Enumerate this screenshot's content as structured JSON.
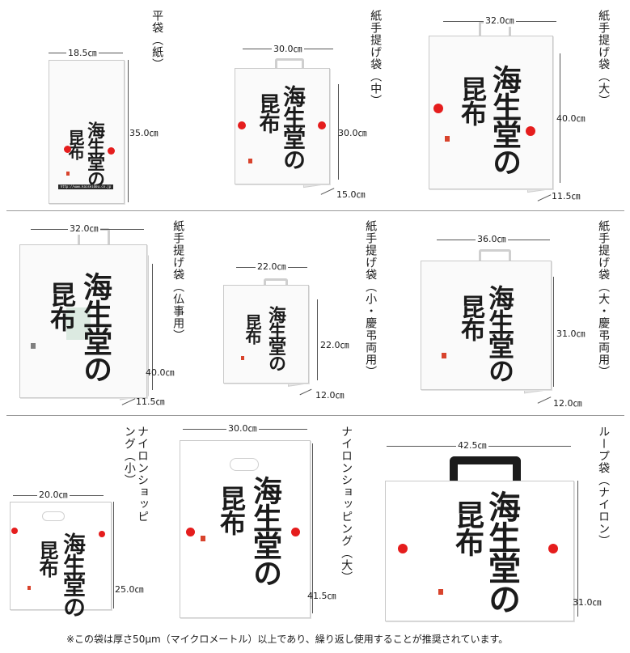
{
  "bags": [
    {
      "id": "hirabukuro",
      "title": "平袋（紙）",
      "width": "18.5㎝",
      "height": "35.0㎝",
      "url": "http://www.kaiseidou.co.jp"
    },
    {
      "id": "kami-chu",
      "title": "紙手提げ袋（中）",
      "width": "30.0㎝",
      "height": "30.0㎝",
      "depth": "15.0㎝"
    },
    {
      "id": "kami-dai",
      "title": "紙手提げ袋（大）",
      "width": "32.0㎝",
      "height": "40.0㎝",
      "depth": "11.5㎝"
    },
    {
      "id": "kami-butsuji",
      "title": "紙手提げ袋（仏事用）",
      "width": "32.0㎝",
      "height": "40.0㎝",
      "depth": "11.5㎝"
    },
    {
      "id": "kami-sho",
      "title": "紙手提げ袋（小・慶弔両用）",
      "width": "22.0㎝",
      "height": "22.0㎝",
      "depth": "12.0㎝"
    },
    {
      "id": "kami-dai-keicho",
      "title": "紙手提げ袋（大・慶弔両用）",
      "width": "36.0㎝",
      "height": "31.0㎝",
      "depth": "12.0㎝"
    },
    {
      "id": "nylon-sho",
      "title": "ナイロンショッピング（小）",
      "width": "20.0㎝",
      "height": "25.0㎝"
    },
    {
      "id": "nylon-dai",
      "title": "ナイロンショッピング（大）",
      "width": "30.0㎝",
      "height": "41.5㎝"
    },
    {
      "id": "loop",
      "title": "ループ袋（ナイロン）",
      "width": "42.5㎝",
      "height": "31.0㎝"
    }
  ],
  "brand": {
    "line1": "海生堂の",
    "line2": "昆布",
    "colors": {
      "dot": "#e51d1d",
      "seal": "#d8432c",
      "ink": "#1b1b1b",
      "loop_handle": "#1b1b1b"
    }
  },
  "footnote": "※この袋は厚さ50μm（マイクロメートル）以上であり、繰り返し使用することが推奨されています。"
}
